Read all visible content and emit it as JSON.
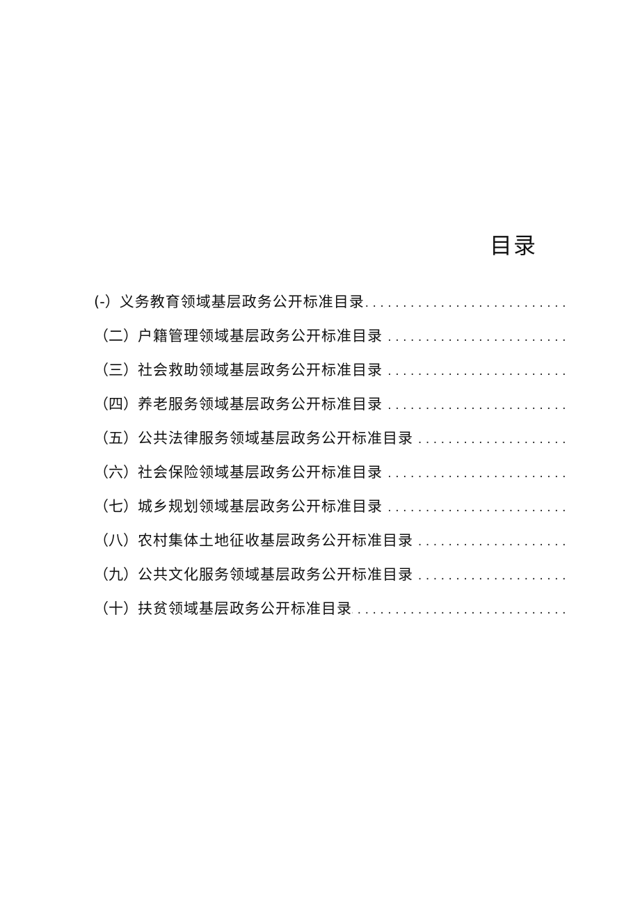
{
  "document": {
    "title": "目录",
    "toc": [
      {
        "number": "(-）",
        "text": "义务教育领域基层政务公开标准目录"
      },
      {
        "number": "（二）",
        "text": "户籍管理领域基层政务公开标准目录"
      },
      {
        "number": "（三）",
        "text": "社会救助领域基层政务公开标准目录"
      },
      {
        "number": "（四）",
        "text": "养老服务领域基层政务公开标准目录"
      },
      {
        "number": "（五）",
        "text": "公共法律服务领域基层政务公开标准目录"
      },
      {
        "number": "（六）",
        "text": "社会保险领域基层政务公开标准目录"
      },
      {
        "number": "（七）",
        "text": "城乡规划领域基层政务公开标准目录"
      },
      {
        "number": "（八）",
        "text": "农村集体土地征收基层政务公开标准目录"
      },
      {
        "number": "（九）",
        "text": "公共文化服务领域基层政务公开标准目录"
      },
      {
        "number": "（十）",
        "text": "扶贫领域基层政务公开标准目录"
      }
    ],
    "leader": "................................................................................"
  }
}
